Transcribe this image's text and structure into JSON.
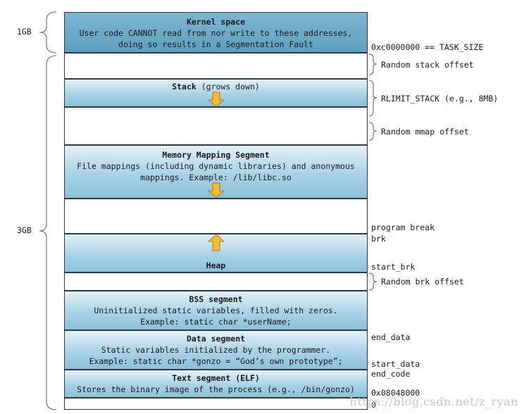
{
  "segments": {
    "kernel": {
      "title": "Kernel space",
      "line1": "User code CANNOT read from nor write to these addresses,",
      "line2": "doing so results in a Segmentation Fault"
    },
    "stack": {
      "title": "Stack",
      "note": " (grows down)"
    },
    "mmap": {
      "title": "Memory Mapping Segment",
      "line1": "File mappings (including dynamic libraries) and anonymous",
      "line2": "mappings. Example: /lib/libc.so"
    },
    "heap": {
      "title": "Heap"
    },
    "bss": {
      "title": "BSS segment",
      "line1": "Uninitialized static variables, filled with zeros.",
      "line2": "Example: static char *userName;"
    },
    "data": {
      "title": "Data segment",
      "line1": "Static variables initialized by the programmer.",
      "line2": "Example: static char *gonzo = “God’s own prototype”;"
    },
    "text": {
      "title": "Text segment (ELF)",
      "line1": "Stores the binary image of the process (e.g., /bin/gonzo)"
    }
  },
  "left_labels": {
    "kernel_size": "1GB",
    "user_size": "3GB"
  },
  "right_labels": {
    "task_size": "0xc0000000 == TASK_SIZE",
    "random_stack": "Random stack offset",
    "rlimit_stack": "RLIMIT_STACK (e.g., 8MB)",
    "random_mmap": "Random mmap offset",
    "program_break": "program break",
    "brk": "brk",
    "start_brk": "start_brk",
    "random_brk": "Random brk offset",
    "end_data": "end_data",
    "start_data": "start_data",
    "end_code": "end_code",
    "text_start": "0x08048000",
    "zero": "0"
  },
  "watermark": "https://blog.csdn.net/z_ryan",
  "colors": {
    "arrow_fill": "#f6b93b",
    "arrow_stroke": "#b07c10",
    "segment_blue": "#a9d2e6",
    "kernel_blue": "#5c9ebf"
  }
}
